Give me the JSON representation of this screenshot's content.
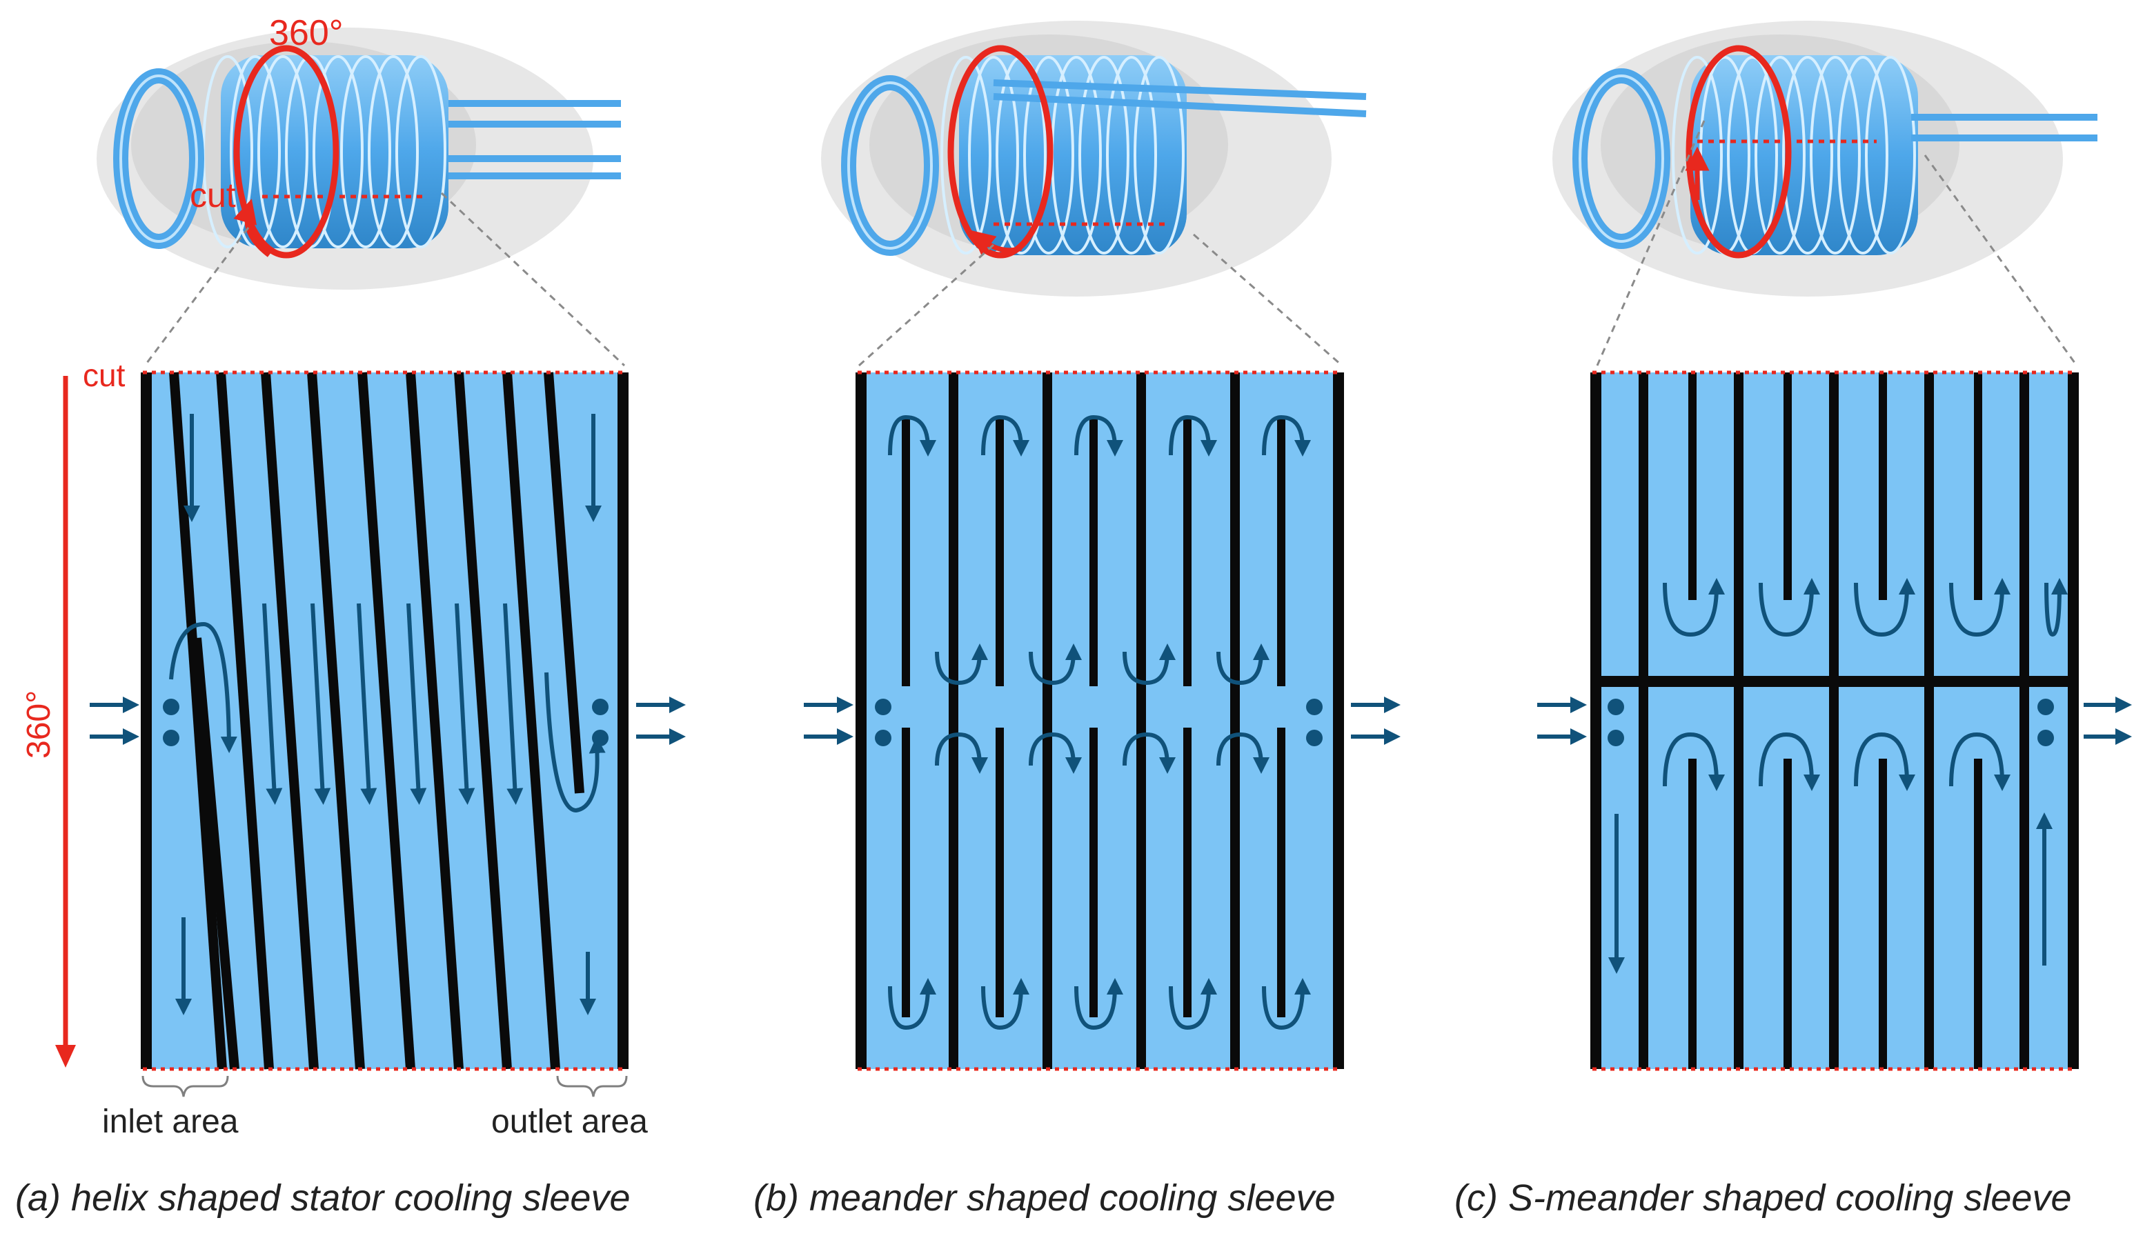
{
  "labels": {
    "angle": "360°",
    "cut": "cut",
    "inlet": "inlet area",
    "outlet": "outlet area"
  },
  "panels": [
    {
      "id": "a",
      "caption": "(a) helix shaped stator cooling sleeve"
    },
    {
      "id": "b",
      "caption": "(b) meander shaped cooling sleeve"
    },
    {
      "id": "c",
      "caption": "(c) S-meander shaped cooling sleeve"
    }
  ],
  "colors": {
    "channel": "#7cc4f5",
    "wall": "#0a0a0a",
    "flow_arrow": "#10527a",
    "marker": "#e8281e",
    "housing": "#d9d9d9",
    "sleeve": "#4ea7ea"
  },
  "icons": {
    "inlet": "double-arrow-in-icon",
    "outlet": "double-arrow-out-icon",
    "port": "port-dot-icon"
  }
}
